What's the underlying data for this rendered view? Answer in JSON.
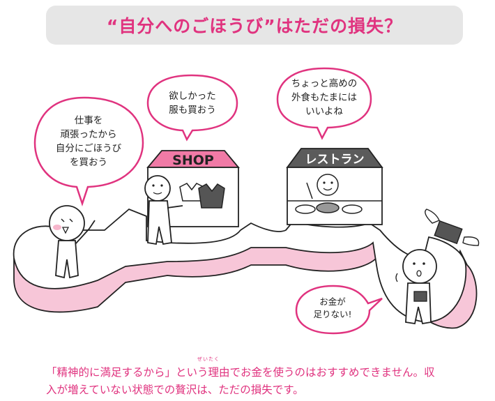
{
  "title": "“自分へのごほうび”はただの損失？",
  "bubbles": {
    "left": [
      "仕事を",
      "頑張ったから",
      "自分にごほうび",
      "を買おう"
    ],
    "shop": [
      "欲しかった",
      "服も買おう"
    ],
    "restaurant": [
      "ちょっと高めの",
      "外食もたまには",
      "いいよね"
    ],
    "right": [
      "お金が",
      "足りない!"
    ]
  },
  "signs": {
    "shop": "SHOP",
    "restaurant": "レストラン"
  },
  "caption": {
    "line1": "「精神的に満足するから」という理由でお金を使うのはおすすめできません。収",
    "line2": "入が増えていない状態での贅沢は、ただの損失です。",
    "ruby": "ぜいたく"
  },
  "colors": {
    "accent": "#e0337f",
    "title_bg": "#e6e6e6",
    "sign_shop": "#f07aa6",
    "sign_restaurant": "#5b5b5b",
    "platform_side": "#f7c6d8"
  }
}
